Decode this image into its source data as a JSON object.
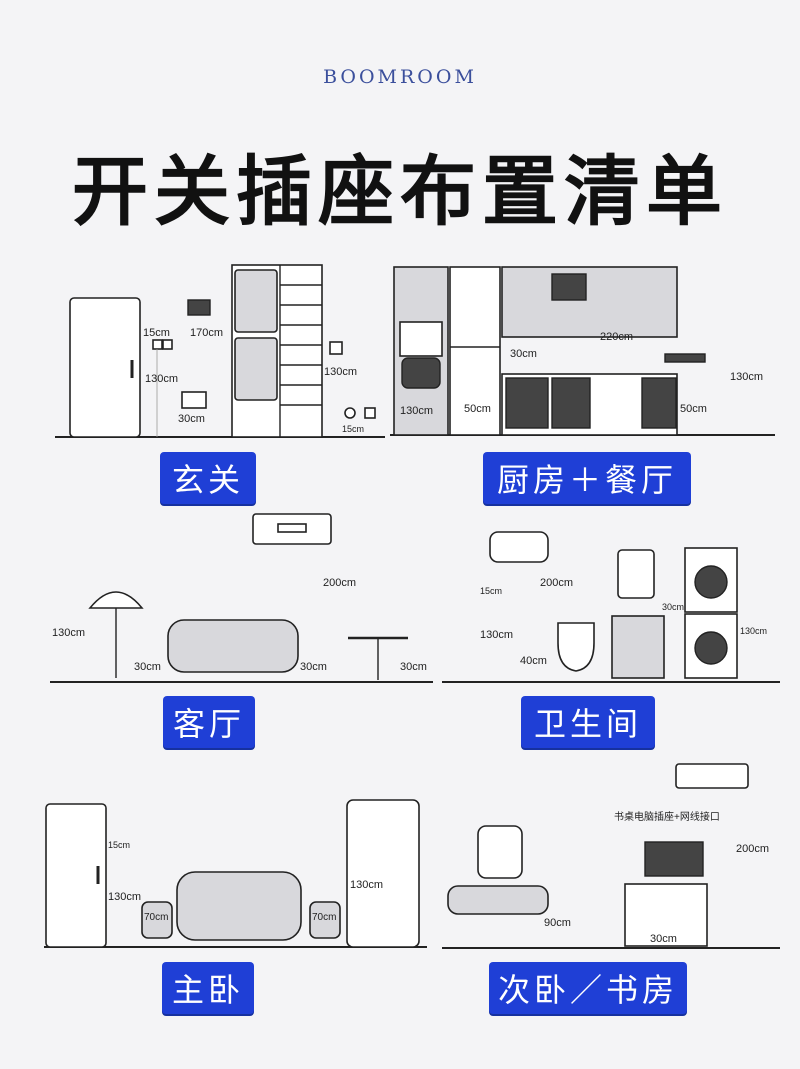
{
  "brand": "BOOMROOM",
  "title": "开关插座布置清单",
  "sections": {
    "entrance": {
      "label": "玄关",
      "dims": [
        "15cm",
        "170cm",
        "130cm",
        "30cm",
        "130cm",
        "15cm"
      ]
    },
    "kitchen": {
      "label": "厨房＋餐厅",
      "dims": [
        "30cm",
        "220cm",
        "130cm",
        "50cm",
        "50cm",
        "130cm"
      ]
    },
    "living": {
      "label": "客厅",
      "dims": [
        "200cm",
        "130cm",
        "30cm",
        "30cm",
        "30cm"
      ]
    },
    "bathroom": {
      "label": "卫生间",
      "dims": [
        "200cm",
        "15cm",
        "130cm",
        "40cm",
        "30cm",
        "130cm"
      ]
    },
    "master": {
      "label": "主卧",
      "dims": [
        "15cm",
        "130cm",
        "70cm",
        "70cm",
        "130cm"
      ]
    },
    "second": {
      "label": "次卧／书房",
      "dims": [
        "书桌电脑插座+网线接口",
        "200cm",
        "90cm",
        "30cm"
      ]
    }
  },
  "colors": {
    "accent": "#1f3fd6",
    "brand": "#3b4f9c"
  }
}
